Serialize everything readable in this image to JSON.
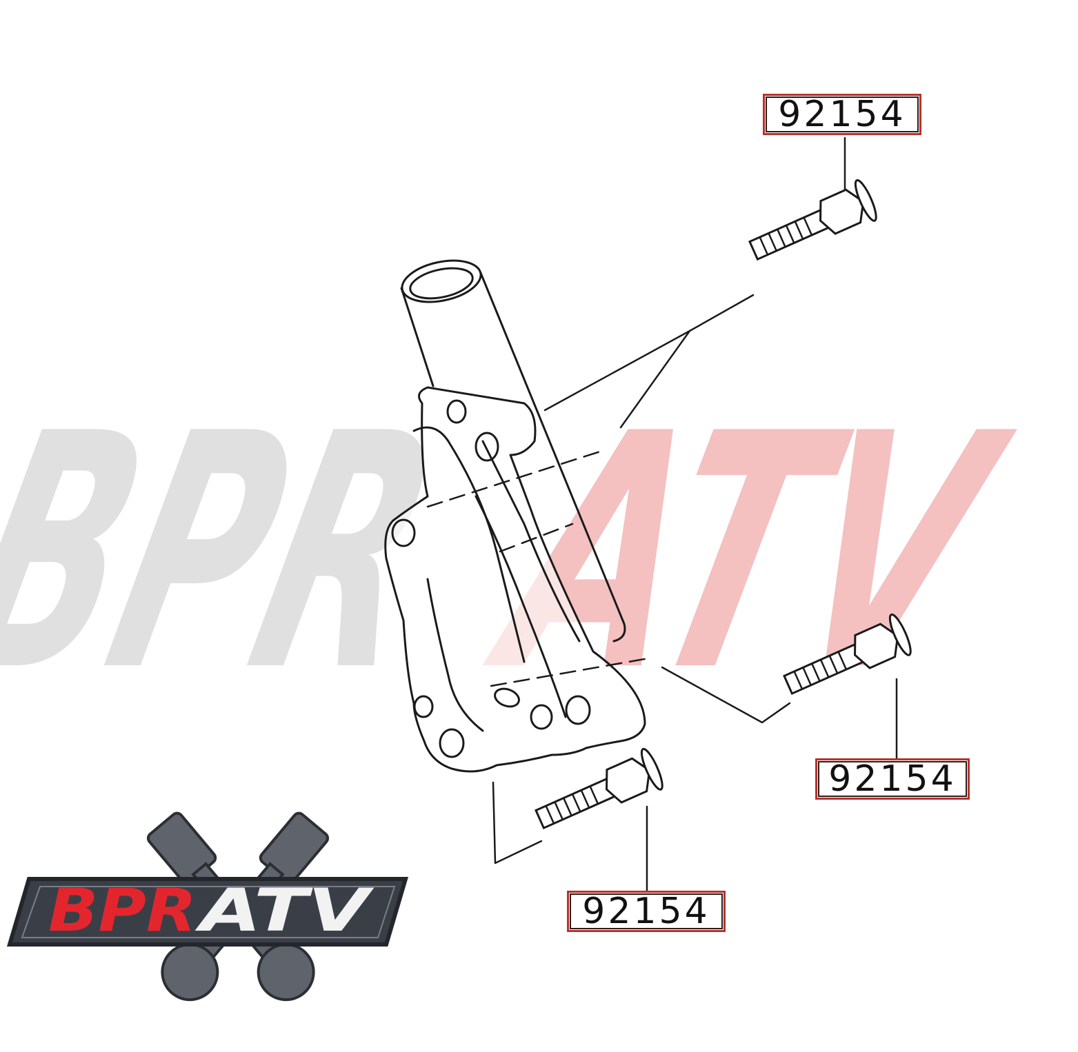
{
  "watermark": {
    "part1": "BPR",
    "part2": "ATV",
    "color_gray": "#d9d9d9",
    "color_red": "#f2b4b4"
  },
  "logo": {
    "part1": "BPR",
    "part2": "ATV",
    "red": "#e3262e",
    "white": "#f2f2f2",
    "plate": "#3a3f47"
  },
  "labels": {
    "top": "92154",
    "right": "92154",
    "bottom": "92154"
  },
  "colors": {
    "line": "#1a1a1a",
    "label_border": "#b8322b"
  }
}
